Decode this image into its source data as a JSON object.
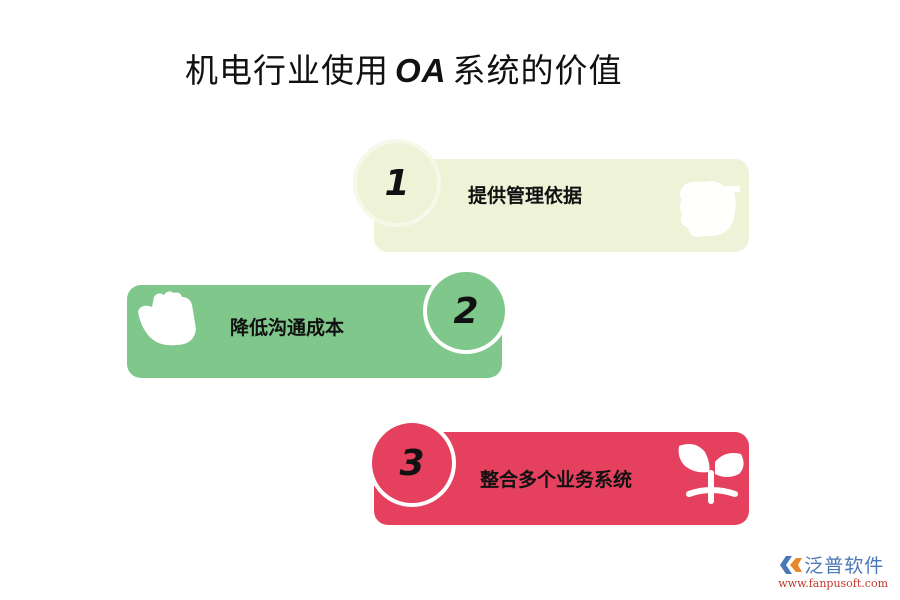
{
  "title": {
    "prefix": "机电行业使用",
    "highlight": "OA",
    "suffix": "系统的价值"
  },
  "items": [
    {
      "number": "1",
      "label": "提供管理依据",
      "color": "#eef3d8",
      "circle_color": "#eef3d8",
      "ring_color": "#f6f8ea",
      "icon": "doc-blob-icon"
    },
    {
      "number": "2",
      "label": "降低沟通成本",
      "color": "#7fc78a",
      "circle_color": "#7fc78a",
      "ring_color": "#ffffff",
      "icon": "hand-icon"
    },
    {
      "number": "3",
      "label": "整合多个业务系统",
      "color": "#e5415f",
      "circle_color": "#e5415f",
      "ring_color": "#ffffff",
      "icon": "sprout-icon"
    }
  ],
  "logo": {
    "name": "泛普软件",
    "url": "www.fanpusoft.com"
  }
}
